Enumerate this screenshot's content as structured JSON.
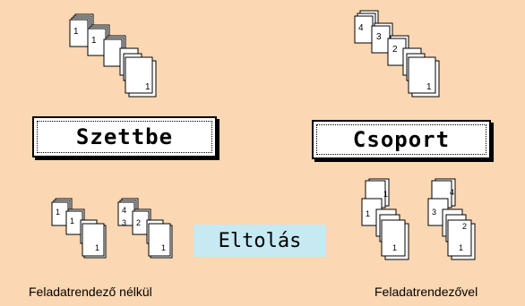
{
  "buttons": {
    "szettbe": "Szettbe",
    "csoport": "Csoport"
  },
  "eltolas_label": "Eltolás",
  "captions": {
    "left": "Feladatrendező nélkül",
    "right": "Feladatrendezővel"
  },
  "stacks": {
    "top_left": [
      "1",
      "1",
      "1"
    ],
    "top_right": [
      "4",
      "3",
      "2",
      "1"
    ],
    "bottom_left_a": [
      "1",
      "1",
      "1"
    ],
    "bottom_left_b": [
      "4",
      "3",
      "2",
      "1"
    ],
    "bottom_right_a": [
      "1",
      "1",
      "1"
    ],
    "bottom_right_b": [
      "4",
      "3",
      "2",
      "1"
    ]
  },
  "colors": {
    "background": "#fbd7b3",
    "label_box": "#c6e9f2"
  }
}
